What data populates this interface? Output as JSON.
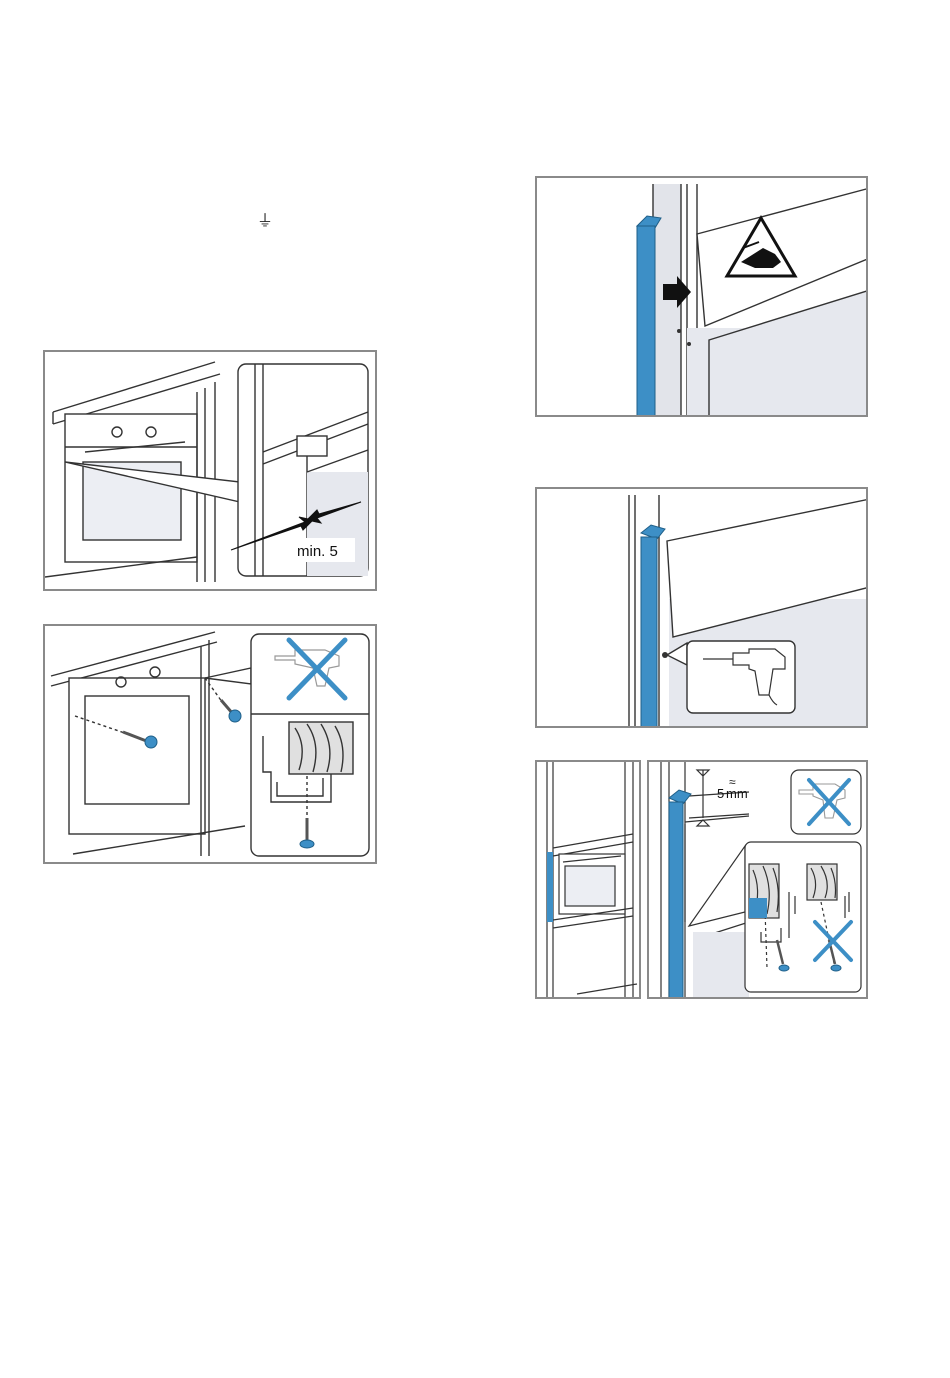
{
  "page": {
    "ground_symbol": "⏚"
  },
  "figures": {
    "clearance": {
      "label": "min. 5"
    },
    "gap": {
      "label_value": "5",
      "label_unit": "mm",
      "approx_symbol": "≈"
    }
  },
  "colors": {
    "accent_blue": "#3d8fc6",
    "frame_gray": "#8a8a8a",
    "line": "#333333",
    "panel_fill": "#e6e8ee"
  },
  "icons": [
    "ground-icon",
    "drill-icon",
    "screw-icon",
    "hand-warning-icon",
    "cross-icon",
    "arrow-icon"
  ]
}
